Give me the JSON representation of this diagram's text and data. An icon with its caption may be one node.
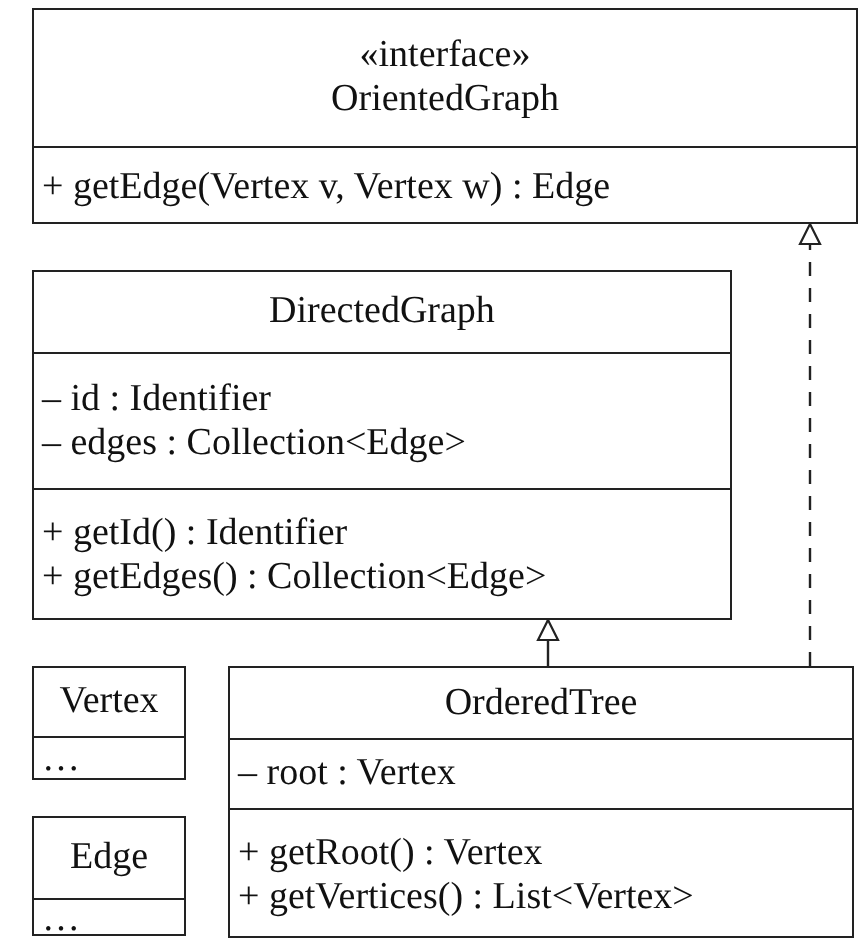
{
  "diagram": {
    "nodes": [
      {
        "text": [
          "«interface» OrientedGraph",
          "+ getEdge(Vertex v, Vertex w) : Edge"
        ]
      },
      {
        "text": [
          "DirectedGraph",
          "– id : Identifier",
          "– edges : Collection<Edge>",
          "+ getId() : Identifier",
          "+ getEdges() : Collection<Edge>"
        ]
      },
      {
        "text": [
          "Vertex",
          "…"
        ]
      },
      {
        "text": [
          "OrderedTree",
          "– root : Vertex",
          "+ getRoot() : Vertex",
          "+ getVertices() : List<Vertex>"
        ]
      },
      {
        "text": [
          "Edge",
          "…"
        ]
      }
    ],
    "edges": [
      {
        "from": 3,
        "to": 1,
        "arrow": "to"
      },
      {
        "from": 3,
        "to": 0,
        "arrow": "to",
        "style": "dashed"
      }
    ]
  }
}
